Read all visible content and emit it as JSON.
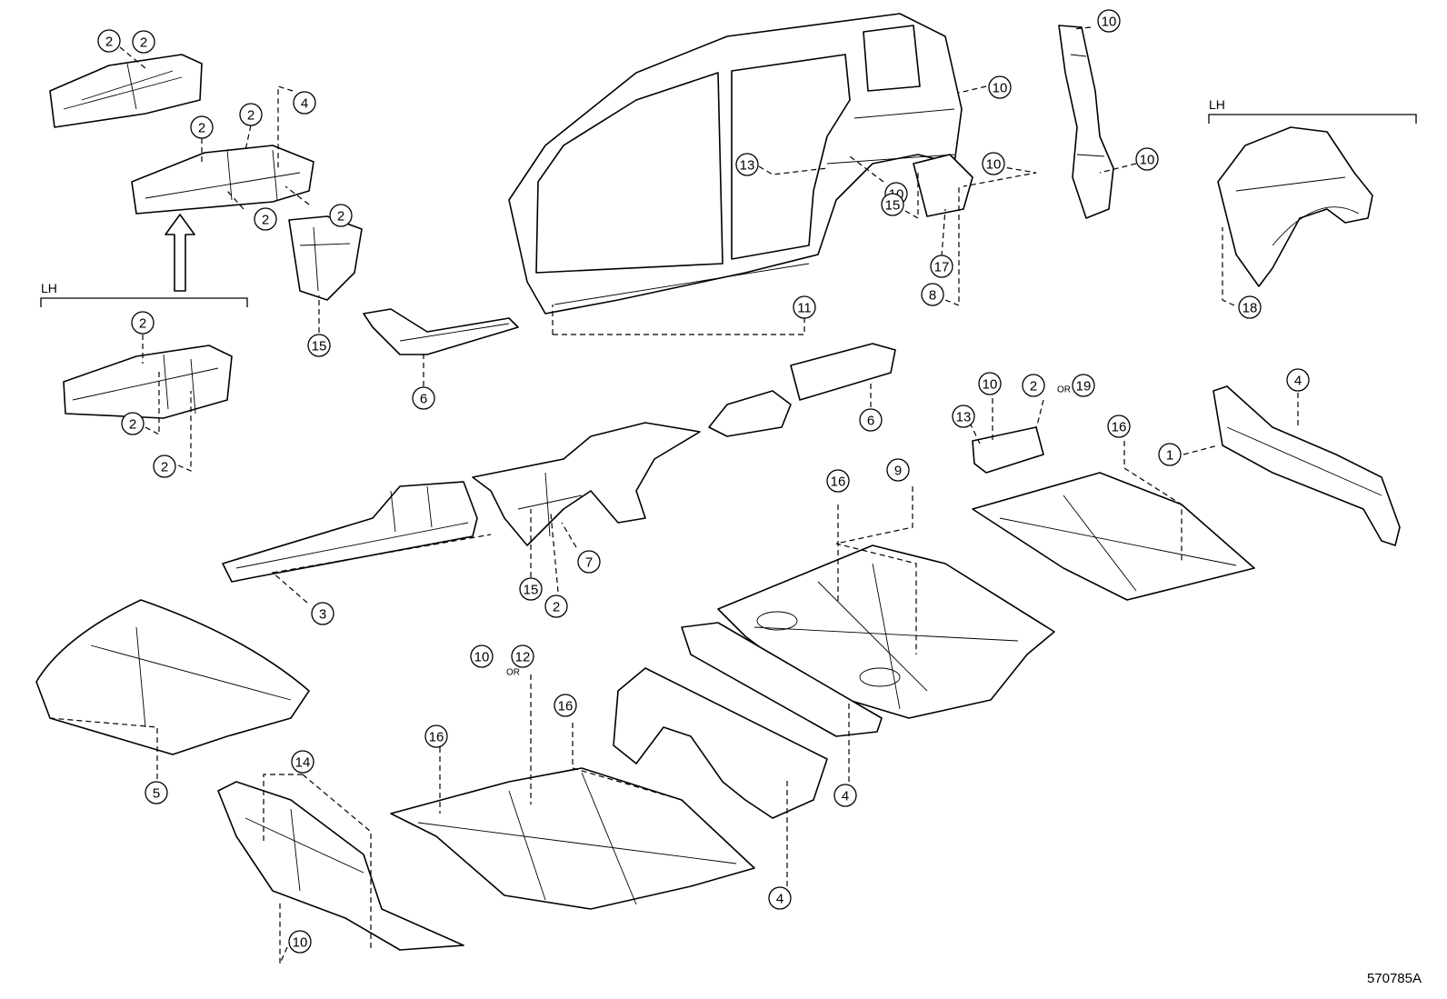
{
  "lh_labels": [
    "LH",
    "LH"
  ],
  "or_label": "OR",
  "reference_code": "570785A",
  "callouts": [
    {
      "id": "c1",
      "label": "2"
    },
    {
      "id": "c2",
      "label": "2"
    },
    {
      "id": "c3",
      "label": "2"
    },
    {
      "id": "c4",
      "label": "4"
    },
    {
      "id": "c5",
      "label": "2"
    },
    {
      "id": "c6",
      "label": "2"
    },
    {
      "id": "c7",
      "label": "2"
    },
    {
      "id": "c8",
      "label": "2"
    },
    {
      "id": "c9",
      "label": "2"
    },
    {
      "id": "c10",
      "label": "2"
    },
    {
      "id": "c11",
      "label": "15"
    },
    {
      "id": "c12",
      "label": "6"
    },
    {
      "id": "c13",
      "label": "11"
    },
    {
      "id": "c14",
      "label": "13"
    },
    {
      "id": "c15",
      "label": "10"
    },
    {
      "id": "c16",
      "label": "10"
    },
    {
      "id": "c17",
      "label": "10"
    },
    {
      "id": "c18",
      "label": "15"
    },
    {
      "id": "c19",
      "label": "17"
    },
    {
      "id": "c20",
      "label": "8"
    },
    {
      "id": "c21",
      "label": "10"
    },
    {
      "id": "c22",
      "label": "10"
    },
    {
      "id": "c23",
      "label": "18"
    },
    {
      "id": "c24",
      "label": "6"
    },
    {
      "id": "c25",
      "label": "10"
    },
    {
      "id": "c26",
      "label": "2"
    },
    {
      "id": "c27",
      "label": "19"
    },
    {
      "id": "c28",
      "label": "13"
    },
    {
      "id": "c29",
      "label": "16"
    },
    {
      "id": "c30",
      "label": "4"
    },
    {
      "id": "c31",
      "label": "1"
    },
    {
      "id": "c32",
      "label": "16"
    },
    {
      "id": "c33",
      "label": "9"
    },
    {
      "id": "c34",
      "label": "3"
    },
    {
      "id": "c35",
      "label": "7"
    },
    {
      "id": "c36",
      "label": "15"
    },
    {
      "id": "c37",
      "label": "2"
    },
    {
      "id": "c38",
      "label": "10"
    },
    {
      "id": "c39",
      "label": "12"
    },
    {
      "id": "c40",
      "label": "16"
    },
    {
      "id": "c41",
      "label": "16"
    },
    {
      "id": "c42",
      "label": "4"
    },
    {
      "id": "c43",
      "label": "5"
    },
    {
      "id": "c44",
      "label": "14"
    },
    {
      "id": "c45",
      "label": "4"
    },
    {
      "id": "c46",
      "label": "10"
    }
  ]
}
